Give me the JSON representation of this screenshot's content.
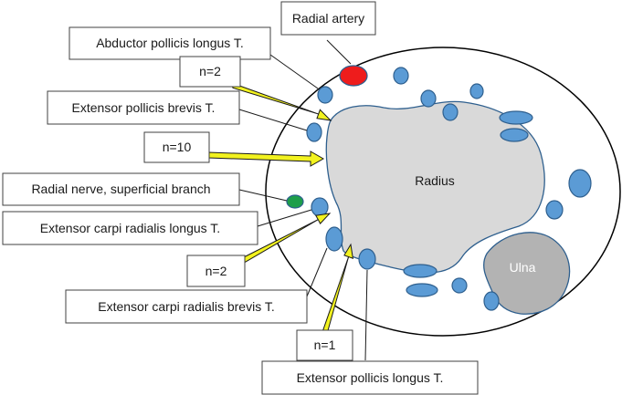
{
  "colors": {
    "tendon": "#5b9bd5",
    "artery": "#ee1c1c",
    "nerve": "#1e9e4a",
    "radius_bone": "#d9d9d9",
    "ulna_bone": "#b3b3b3",
    "arrow": "#f2f21f"
  },
  "bones": {
    "radius": "Radius",
    "ulna": "Ulna"
  },
  "labels": {
    "radial_artery": "Radial artery",
    "apl": "Abductor pollicis longus T.",
    "epb": "Extensor pollicis brevis T.",
    "radial_nerve": "Radial nerve, superficial branch",
    "ecrl": "Extensor carpi radialis longus T.",
    "ecrb": "Extensor carpi radialis brevis T.",
    "epl": "Extensor pollicis longus T."
  },
  "counts": {
    "n1": "n=2",
    "n2": "n=10",
    "n3": "n=2",
    "n4": "n=1"
  }
}
